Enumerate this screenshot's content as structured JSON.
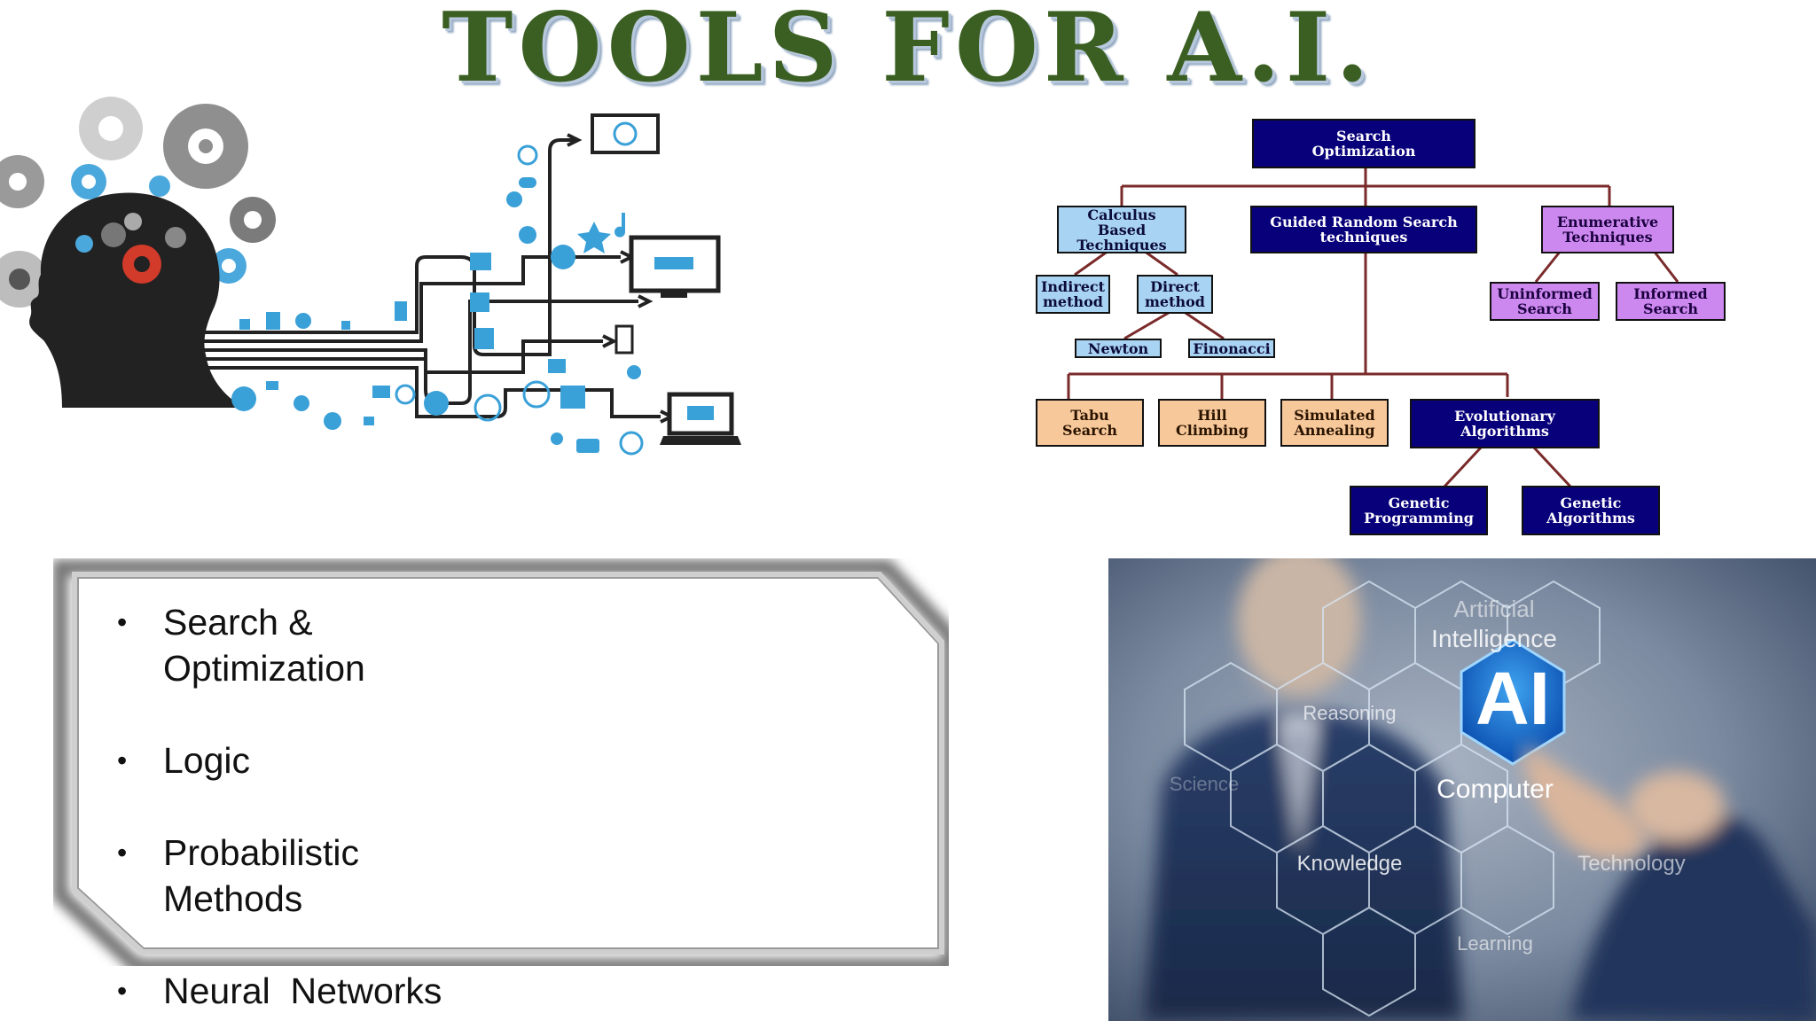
{
  "title": "TOOLS FOR A.I.",
  "flowchart": {
    "root": "Search\nOptimization",
    "calculus": "Calculus\nBased\nTechniques",
    "guided": "Guided Random Search\ntechniques",
    "enumerative": "Enumerative\nTechniques",
    "indirect": "Indirect\nmethod",
    "direct": "Direct\nmethod",
    "newton": "Newton",
    "fibonacci": "Finonacci",
    "uninformed": "Uninformed\nSearch",
    "informed": "Informed\nSearch",
    "tabu": "Tabu\nSearch",
    "hill": "Hill\nClimbing",
    "annealing": "Simulated\nAnnealing",
    "evolutionary": "Evolutionary\nAlgorithms",
    "gp": "Genetic\nProgramming",
    "ga": "Genetic\nAlgorithms"
  },
  "bullets": [
    "Search &\nOptimization",
    "Logic",
    "Probabilistic\nMethods",
    "Neural  Networks"
  ],
  "ai_image": {
    "labels": {
      "artificial_intelligence": "Artificial\nIntelligence",
      "ai": "AI",
      "reasoning": "Reasoning",
      "science": "Science",
      "computer": "Computer",
      "knowledge": "Knowledge",
      "technology": "Technology",
      "learning": "Learning"
    }
  },
  "colors": {
    "title_green": "#3b5f22",
    "flow_dark": "#08007a",
    "flow_light": "#a9d3f2",
    "flow_purple": "#cc88ee",
    "flow_orange": "#f7c89a",
    "icon_blue": "#3aa0d8"
  },
  "icons": [
    "brain-gears-icon",
    "globe-icon",
    "monitor-icon",
    "smartphone-icon",
    "laptop-icon",
    "music-note-icon",
    "star-icon",
    "cart-icon",
    "thumbs-up-icon",
    "clock-icon",
    "wifi-icon",
    "cloud-icon",
    "gear-icon"
  ]
}
